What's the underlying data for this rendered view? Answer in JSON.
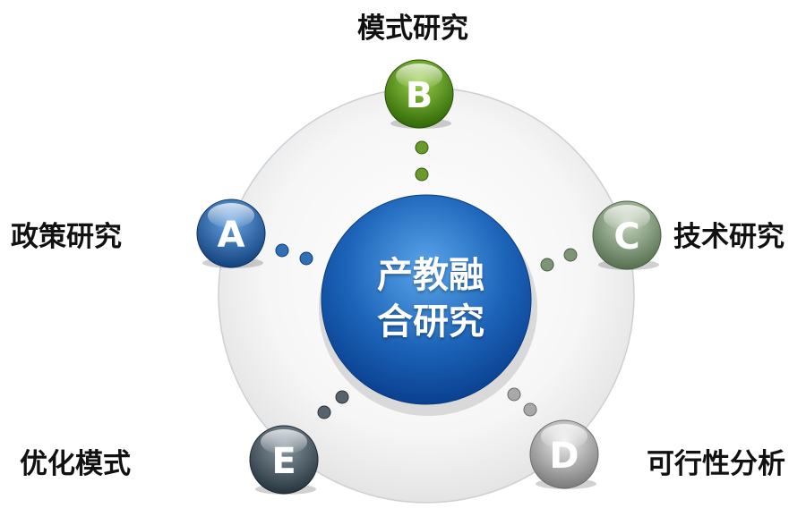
{
  "center": {
    "line1": "产教融",
    "line2": "合研究",
    "color_top": "#4f9be0",
    "color_bottom": "#0a4a9a"
  },
  "nodes": [
    {
      "id": "A",
      "letter": "A",
      "label": "政策研究",
      "color": "#1d5fa8",
      "dot": "#2f6fb8"
    },
    {
      "id": "B",
      "letter": "B",
      "label": "模式研究",
      "color": "#4e8a12",
      "dot": "#6a9a2a"
    },
    {
      "id": "C",
      "letter": "C",
      "label": "技术研究",
      "color": "#6e8a66",
      "dot": "#7b9575"
    },
    {
      "id": "D",
      "letter": "D",
      "label": "可行性分析",
      "color": "#9a9a9a",
      "dot": "#a8a8a8"
    },
    {
      "id": "E",
      "letter": "E",
      "label": "优化模式",
      "color": "#3e4f5b",
      "dot": "#56636c"
    }
  ]
}
